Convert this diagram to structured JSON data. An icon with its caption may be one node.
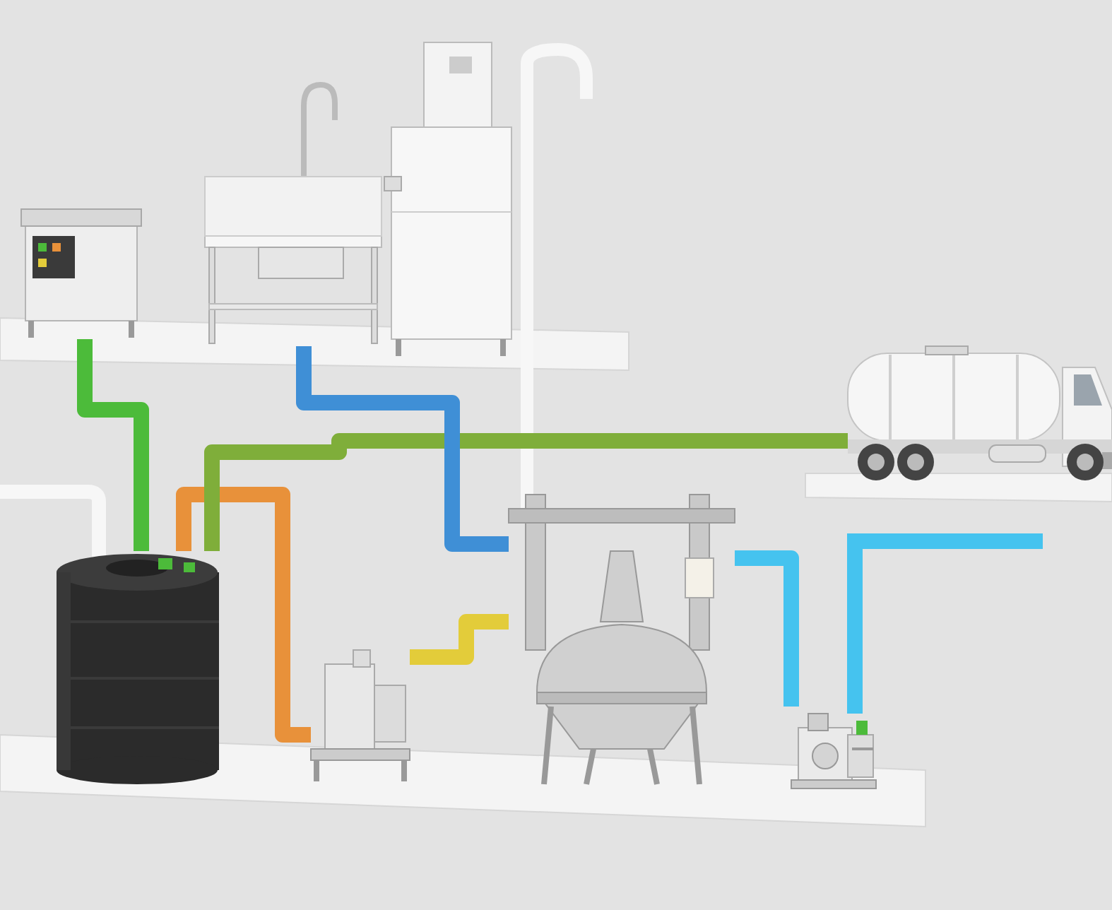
{
  "diagram": {
    "nodes": [
      {
        "text": [],
        "shape": "picture"
      },
      {
        "text": [],
        "shape": "picture"
      },
      {
        "text": [],
        "shape": "picture"
      },
      {
        "text": [],
        "shape": "picture"
      },
      {
        "text": [],
        "shape": "picture"
      },
      {
        "text": [],
        "shape": "picture"
      },
      {
        "text": [],
        "shape": "picture"
      },
      {
        "text": [],
        "shape": "picture"
      }
    ],
    "edges": [
      {
        "from": 0,
        "to": 4,
        "arrow": "none",
        "color": "#4cbb3a"
      },
      {
        "from": 4,
        "to": 5,
        "arrow": "none",
        "color": "#e8913a"
      },
      {
        "from": 4,
        "to": 3,
        "arrow": "none",
        "color": "#7fae3a"
      },
      {
        "from": 1,
        "to": 6,
        "arrow": "none",
        "color": "#3f8fd6"
      },
      {
        "from": 5,
        "to": 6,
        "arrow": "none",
        "color": "#e3cc3a"
      },
      {
        "from": 6,
        "to": 7,
        "arrow": "none",
        "color": "#45c3ef"
      }
    ]
  }
}
